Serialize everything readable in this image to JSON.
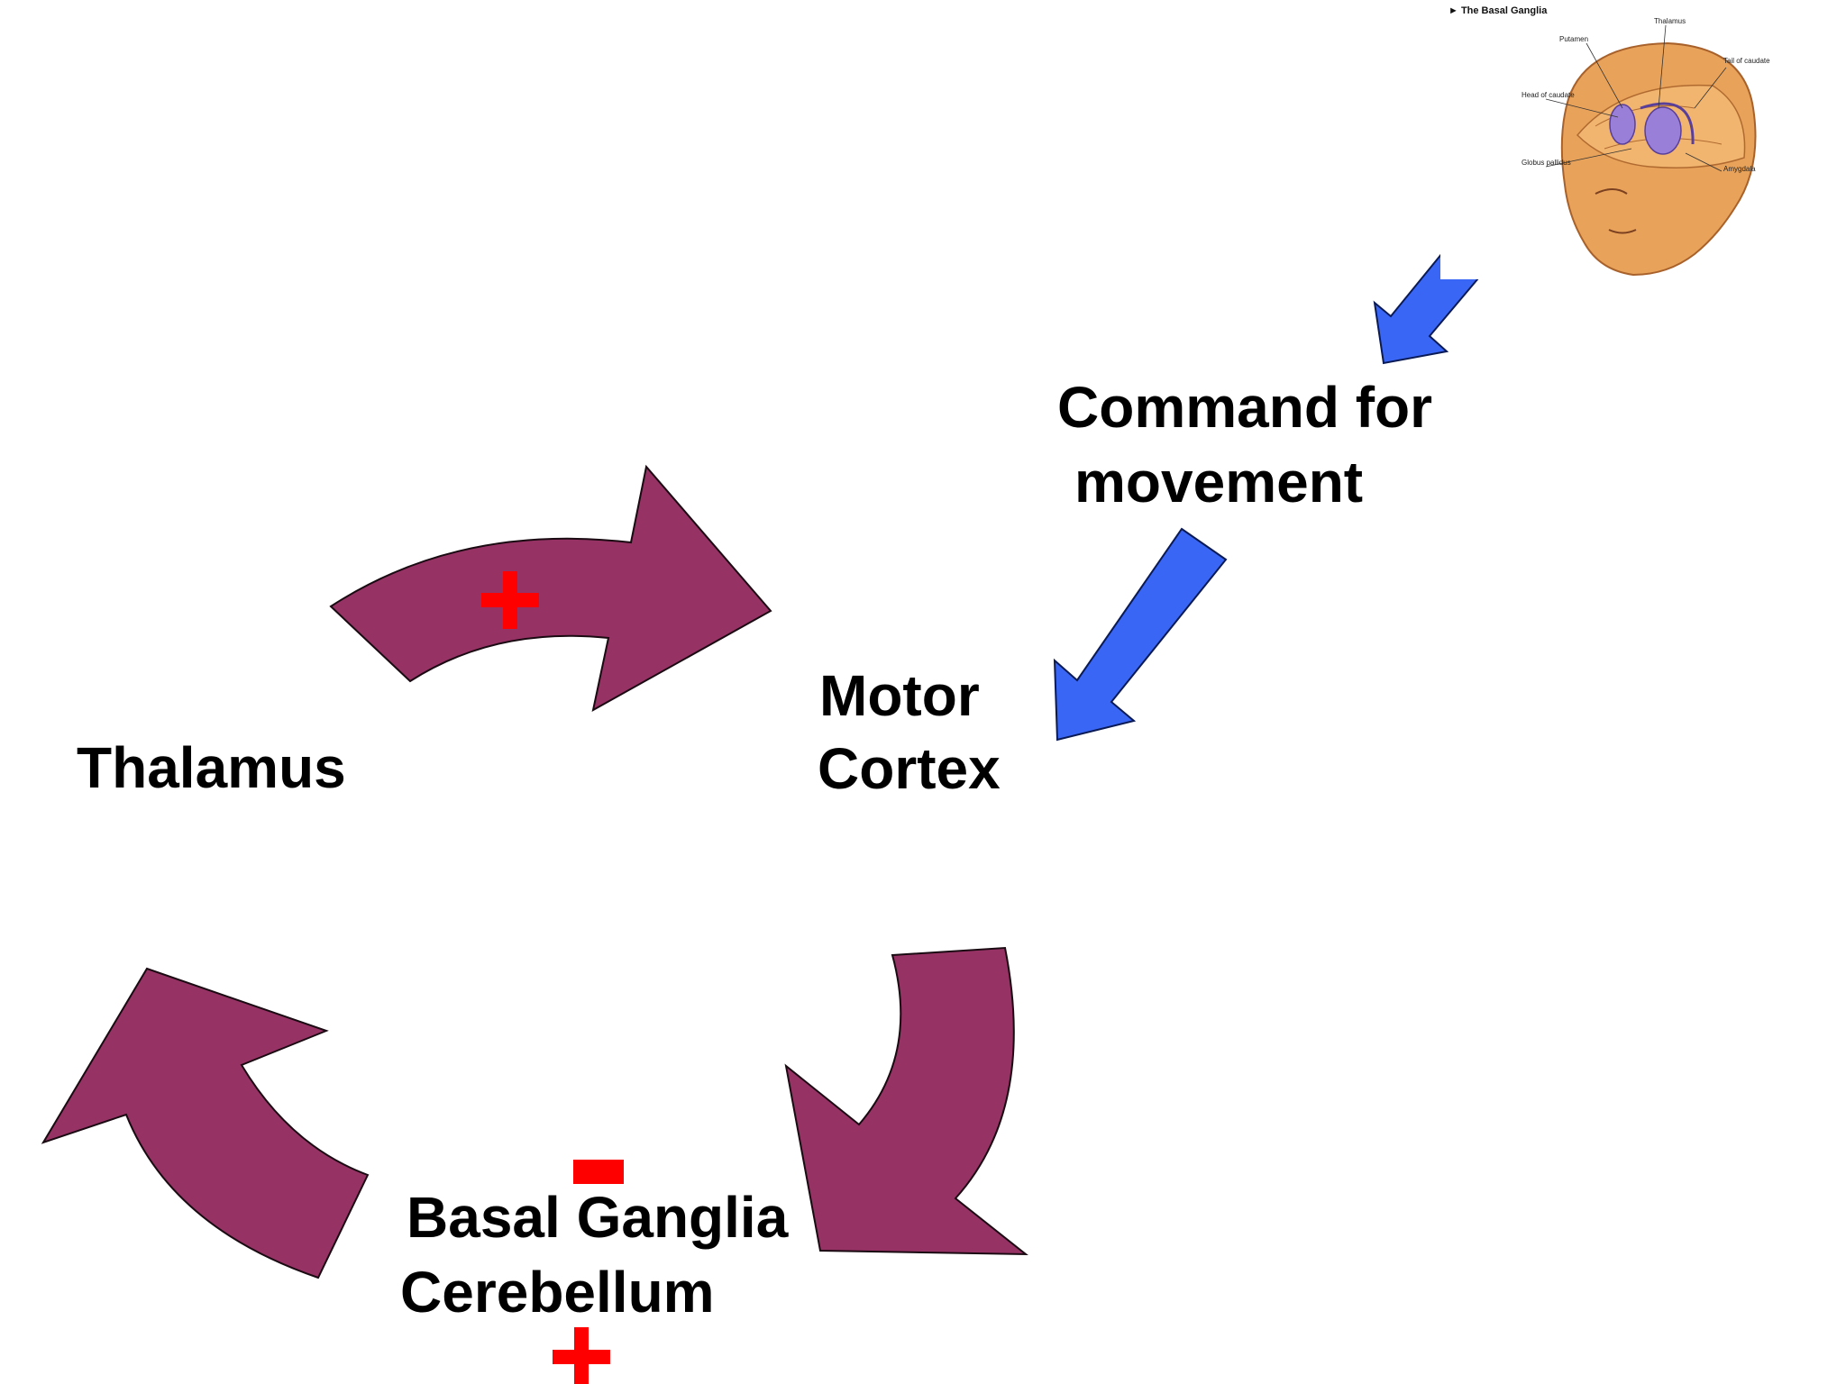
{
  "nodes": {
    "command": {
      "line1": "Command for",
      "line2": "movement"
    },
    "motor_cortex": {
      "line1": "Motor",
      "line2": "Cortex"
    },
    "thalamus": {
      "label": "Thalamus"
    },
    "basal_ganglia": {
      "line1": "Basal Ganglia",
      "line2": "Cerebellum"
    }
  },
  "signs": {
    "thalamus_to_cortex": "+",
    "basal_ganglia": "−",
    "cerebellum": "+"
  },
  "brain_image": {
    "title": "► The Basal Ganglia",
    "labels": [
      "Putamen",
      "Thalamus",
      "Tail of caudate",
      "Head of caudate",
      "Globus pallidus",
      "Amygdala"
    ]
  },
  "colors": {
    "curved_arrow": "#963264",
    "straight_arrow": "#3a66f5",
    "sign": "#ff0000",
    "skin": "#e8a25a",
    "nuclei": "#9a7fd8"
  }
}
